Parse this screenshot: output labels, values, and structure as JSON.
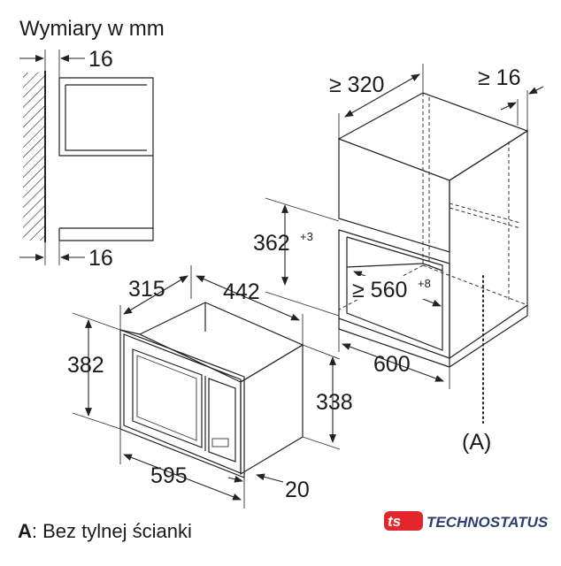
{
  "title": "Wymiary w mm",
  "side_view": {
    "top_gap": "16",
    "bottom_gap": "16"
  },
  "niche": {
    "depth": "≥ 320",
    "top_gap": "≥ 16",
    "height": "362",
    "height_tol": "+3",
    "width": "≥ 560",
    "width_tol": "+8",
    "depth_front": "600",
    "marker": "(A)"
  },
  "appliance": {
    "depth": "315",
    "inner_depth": "442",
    "height": "382",
    "body_height": "338",
    "width": "595",
    "front_offset": "20"
  },
  "footnote": {
    "key": "A",
    "text": ": Bez tylnej ścianki"
  },
  "logo": {
    "text": "TECHNOSTATUS",
    "mark": "ts",
    "color": "#e2262b"
  }
}
